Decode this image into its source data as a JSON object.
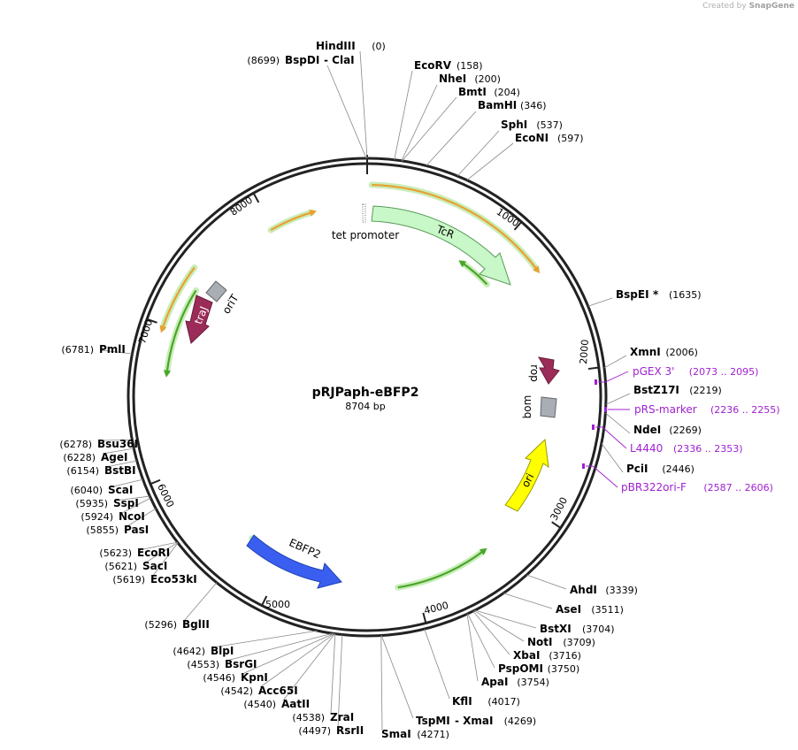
{
  "credit": {
    "prefix": "Created by",
    "brand": "SnapGene"
  },
  "plasmid": {
    "name": "pRJPaph-eBFP2",
    "length": 8704,
    "length_label": "8704 bp"
  },
  "ticks": [
    "1000",
    "2000",
    "3000",
    "4000",
    "5000",
    "6000",
    "7000",
    "8000"
  ],
  "enzymes": [
    {
      "name": "HindIII",
      "pos": "(0)",
      "side": "R"
    },
    {
      "name": "BspDI",
      "name2": "- ClaI",
      "pos": "(8699)",
      "side": "L"
    },
    {
      "name": "EcoRV",
      "pos": "(158)",
      "side": "R"
    },
    {
      "name": "NheI",
      "pos": "(200)",
      "side": "R"
    },
    {
      "name": "BmtI",
      "pos": "(204)",
      "side": "R"
    },
    {
      "name": "BamHI",
      "pos": "(346)",
      "side": "R"
    },
    {
      "name": "SphI",
      "pos": "(537)",
      "side": "R"
    },
    {
      "name": "EcoNI",
      "pos": "(597)",
      "side": "R"
    },
    {
      "name": "BspEI",
      "star": "*",
      "pos": "(1635)",
      "side": "R"
    },
    {
      "name": "XmnI",
      "pos": "(2006)",
      "side": "R"
    },
    {
      "name": "BstZ17I",
      "pos": "(2219)",
      "side": "R"
    },
    {
      "name": "NdeI",
      "pos": "(2269)",
      "side": "R"
    },
    {
      "name": "PciI",
      "pos": "(2446)",
      "side": "R"
    },
    {
      "name": "AhdI",
      "pos": "(3339)",
      "side": "R"
    },
    {
      "name": "AseI",
      "pos": "(3511)",
      "side": "R"
    },
    {
      "name": "BstXI",
      "pos": "(3704)",
      "side": "R"
    },
    {
      "name": "NotI",
      "pos": "(3709)",
      "side": "R"
    },
    {
      "name": "XbaI",
      "pos": "(3716)",
      "side": "R"
    },
    {
      "name": "PspOMI",
      "pos": "(3750)",
      "side": "R"
    },
    {
      "name": "ApaI",
      "pos": "(3754)",
      "side": "R"
    },
    {
      "name": "KflI",
      "pos": "(4017)",
      "side": "R"
    },
    {
      "name": "TspMI",
      "name2": "- XmaI",
      "pos": "(4269)",
      "side": "R"
    },
    {
      "name": "SmaI",
      "pos": "(4271)",
      "side": "R"
    },
    {
      "name": "RsrII",
      "pos": "(4497)",
      "side": "L"
    },
    {
      "name": "ZraI",
      "pos": "(4538)",
      "side": "L"
    },
    {
      "name": "AatII",
      "pos": "(4540)",
      "side": "L"
    },
    {
      "name": "Acc65I",
      "pos": "(4542)",
      "side": "L"
    },
    {
      "name": "KpnI",
      "pos": "(4546)",
      "side": "L"
    },
    {
      "name": "BsrGI",
      "pos": "(4553)",
      "side": "L"
    },
    {
      "name": "BlpI",
      "pos": "(4642)",
      "side": "L"
    },
    {
      "name": "BglII",
      "pos": "(5296)",
      "side": "L"
    },
    {
      "name": "Eco53kI",
      "pos": "(5619)",
      "side": "L"
    },
    {
      "name": "SacI",
      "pos": "(5621)",
      "side": "L"
    },
    {
      "name": "EcoRI",
      "pos": "(5623)",
      "side": "L"
    },
    {
      "name": "PasI",
      "pos": "(5855)",
      "side": "L"
    },
    {
      "name": "NcoI",
      "pos": "(5924)",
      "side": "L"
    },
    {
      "name": "SspI",
      "pos": "(5935)",
      "side": "L"
    },
    {
      "name": "ScaI",
      "pos": "(6040)",
      "side": "L"
    },
    {
      "name": "BstBI",
      "pos": "(6154)",
      "side": "L"
    },
    {
      "name": "AgeI",
      "pos": "(6228)",
      "side": "L"
    },
    {
      "name": "Bsu36I",
      "pos": "(6278)",
      "side": "L"
    },
    {
      "name": "PmlI",
      "pos": "(6781)",
      "side": "L"
    }
  ],
  "primers": [
    {
      "name": "pGEX 3'",
      "range": "(2073 .. 2095)"
    },
    {
      "name": "pRS-marker",
      "range": "(2236 .. 2255)"
    },
    {
      "name": "L4440",
      "range": "(2336 .. 2353)"
    },
    {
      "name": "pBR322ori-F",
      "range": "(2587 .. 2606)"
    }
  ],
  "features": {
    "tet_promoter": "tet promoter",
    "TcR": "TcR",
    "rop": "rop",
    "bom": "bom",
    "ori": "ori",
    "EBFP2": "EBFP2",
    "traJ": "traJ",
    "oriT": "oriT"
  },
  "colors": {
    "TcR": "#c8f7c8",
    "ori": "#ffff00",
    "EBFP2": "#3a5ff0",
    "traJ": "#9b2c5a",
    "rop": "#9b2c5a",
    "site": "#a9aeb5",
    "orf_orange": "#f0b040",
    "orf_green": "#49a62a",
    "primer": "#a020d0"
  }
}
